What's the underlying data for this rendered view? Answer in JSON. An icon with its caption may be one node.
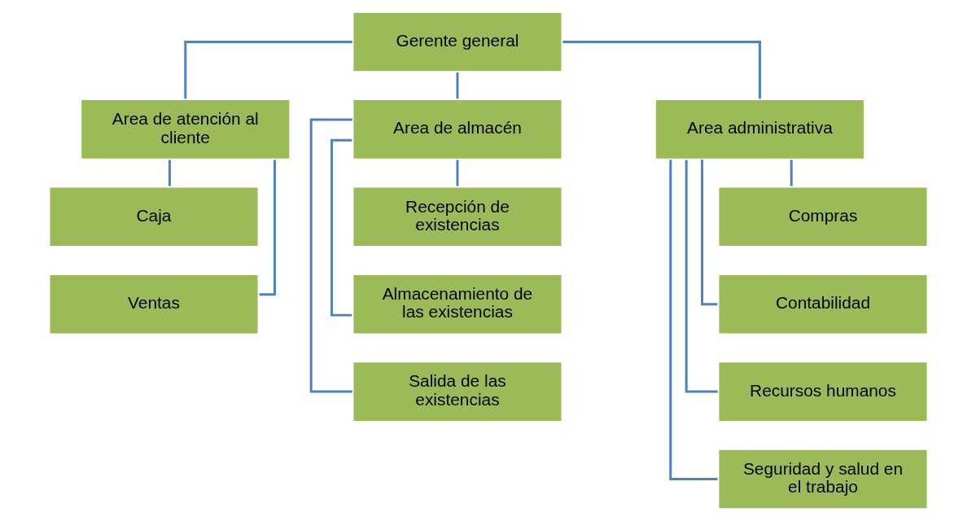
{
  "diagram": {
    "nodes": [
      {
        "text": [
          "Gerente general"
        ]
      },
      {
        "text": [
          "Area de atención al cliente"
        ]
      },
      {
        "text": [
          "Area de almacén"
        ]
      },
      {
        "text": [
          "Area administrativa"
        ]
      },
      {
        "text": [
          "Caja"
        ]
      },
      {
        "text": [
          "Ventas"
        ]
      },
      {
        "text": [
          "Recepción de existencias"
        ]
      },
      {
        "text": [
          "Almacenamiento de las existencias"
        ]
      },
      {
        "text": [
          "Salida de las existencias"
        ]
      },
      {
        "text": [
          "Compras"
        ]
      },
      {
        "text": [
          "Contabilidad"
        ]
      },
      {
        "text": [
          "Recursos humanos"
        ]
      },
      {
        "text": [
          "Seguridad y salud en el trabajo"
        ]
      }
    ],
    "edges": [
      {
        "from": 0,
        "to": 1,
        "arrow": "none"
      },
      {
        "from": 0,
        "to": 2,
        "arrow": "none"
      },
      {
        "from": 0,
        "to": 3,
        "arrow": "none"
      },
      {
        "from": 1,
        "to": 4,
        "arrow": "none"
      },
      {
        "from": 1,
        "to": 5,
        "arrow": "none"
      },
      {
        "from": 2,
        "to": 6,
        "arrow": "none"
      },
      {
        "from": 2,
        "to": 7,
        "arrow": "none"
      },
      {
        "from": 2,
        "to": 8,
        "arrow": "none"
      },
      {
        "from": 3,
        "to": 9,
        "arrow": "none"
      },
      {
        "from": 3,
        "to": 10,
        "arrow": "none"
      },
      {
        "from": 3,
        "to": 11,
        "arrow": "none"
      },
      {
        "from": 3,
        "to": 12,
        "arrow": "none"
      }
    ]
  }
}
